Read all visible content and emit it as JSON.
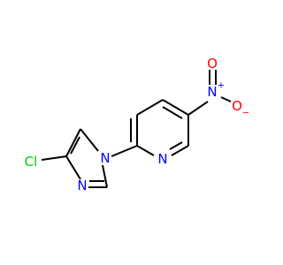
{
  "atoms": {
    "cl": {
      "label": "Cl",
      "color": "#00CC00"
    },
    "n_imidazole_1": {
      "label": "N",
      "color": "#0000FF"
    },
    "n_imidazole_3": {
      "label": "N",
      "color": "#0000FF"
    },
    "n_pyridine": {
      "label": "N",
      "color": "#0000FF"
    },
    "n_nitro": {
      "label": "N",
      "color": "#0000FF",
      "charge": "+"
    },
    "o_top": {
      "label": "O",
      "color": "#FF0000"
    },
    "o_right": {
      "label": "O",
      "color": "#FF0000",
      "charge": "−"
    }
  }
}
